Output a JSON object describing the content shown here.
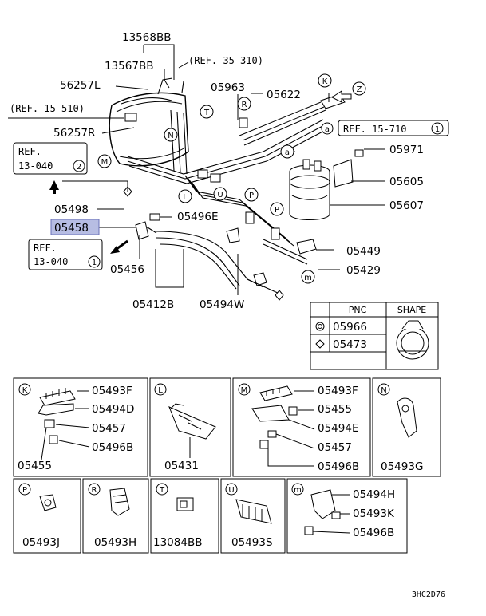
{
  "diagram": {
    "highlighted_part": "05458",
    "top_labels": {
      "p13568BB": "13568BB",
      "p13567BB": "13567BB",
      "ref35_310": "(REF. 35-310)",
      "p56257L": "56257L",
      "p05963": "05963",
      "p05622": "05622",
      "ref15_510": "(REF. 15-510)",
      "p56257R": "56257R",
      "ref15_710a": "REF. 15-710",
      "ref15_710b": "1",
      "p05971": "05971",
      "ref13_040_top_a": "REF.",
      "ref13_040_top_b": "13-040",
      "ref13_040_top_c": "2",
      "p05605": "05605",
      "p05498": "05498",
      "p05496E": "05496E",
      "p05607": "05607",
      "p05458": "05458",
      "ref13_040_bot_a": "REF.",
      "ref13_040_bot_b": "13-040",
      "ref13_040_bot_c": "1",
      "p05449": "05449",
      "p05429": "05429",
      "p05456": "05456",
      "p05412B": "05412B",
      "p05494W": "05494W"
    },
    "callouts": {
      "K": "K",
      "Z": "Z",
      "R": "R",
      "a": "a",
      "T": "T",
      "N": "N",
      "M": "M",
      "L": "L",
      "U": "U",
      "P": "P",
      "m": "m"
    },
    "table": {
      "h_pnc": "PNC",
      "h_shape": "SHAPE",
      "r1": "05966",
      "r2": "05473"
    },
    "insets": {
      "K": {
        "tag": "K",
        "a": "05493F",
        "b": "05494D",
        "c": "05457",
        "d": "05496B",
        "e": "05455"
      },
      "L": {
        "tag": "L",
        "a": "05431"
      },
      "M": {
        "tag": "M",
        "a": "05493F",
        "b": "05455",
        "c": "05494E",
        "d": "05457",
        "e": "05496B"
      },
      "N": {
        "tag": "N",
        "a": "05493G"
      },
      "P": {
        "tag": "P",
        "a": "05493J"
      },
      "R": {
        "tag": "R",
        "a": "05493H"
      },
      "T": {
        "tag": "T",
        "a": "13084BB"
      },
      "U": {
        "tag": "U",
        "a": "05493S"
      },
      "m": {
        "tag": "m",
        "a": "05494H",
        "b": "05493K",
        "c": "05496B"
      }
    },
    "footer": "3HC2D76"
  }
}
